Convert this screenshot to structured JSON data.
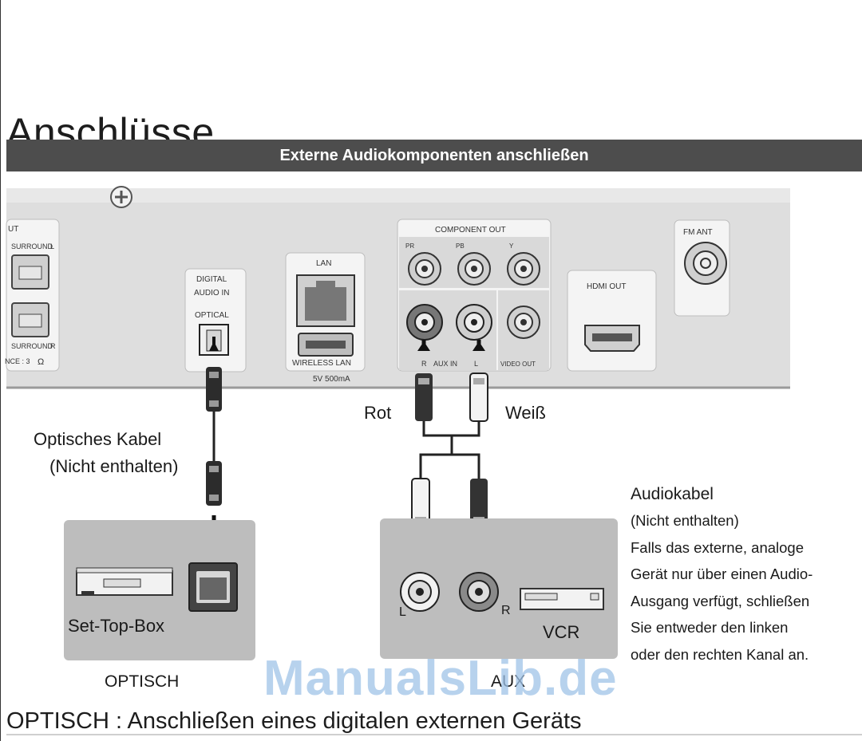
{
  "page": {
    "title": "Anschlüsse",
    "banner": "Externe Audiokomponenten anschließen",
    "bottom_heading": "OPTISCH : Anschließen eines digitalen externen Geräts",
    "watermark": "ManualsLib.de"
  },
  "panel": {
    "left_partial": "UT",
    "surround_top": "SURROUND",
    "surround_bottom": "SURROUND",
    "left_l": "L",
    "left_r": "R",
    "impedance": "NCE : 3",
    "digital_audio_in": "DIGITAL",
    "digital_audio_in_2": "AUDIO IN",
    "optical": "OPTICAL",
    "lan": "LAN",
    "wireless_lan": "WIRELESS LAN",
    "wireless_power": "5V 500mA",
    "component_out": "COMPONENT OUT",
    "pr": "PR",
    "pb": "PB",
    "y": "Y",
    "aux_in": "AUX IN",
    "aux_r": "R",
    "aux_l": "L",
    "video_out": "VIDEO OUT",
    "hdmi_out": "HDMI OUT",
    "fm_ant": "FM ANT"
  },
  "labels": {
    "optical_cable": "Optisches Kabel",
    "optical_cable_note": "(Nicht enthalten)",
    "red": "Rot",
    "white": "Weiß",
    "set_top_box": "Set-Top-Box",
    "optical_caption": "OPTISCH",
    "aux_caption": "AUX",
    "vcr": "VCR",
    "jack_l": "L",
    "jack_r": "R"
  },
  "note": {
    "title": "Audiokabel",
    "lines": [
      "(Nicht enthalten)",
      "Falls das externe, analoge",
      "Gerät nur über einen Audio-",
      "Ausgang verfügt, schließen",
      "Sie entweder den linken",
      "oder den rechten Kanal an."
    ]
  },
  "colors": {
    "banner_bg": "#4d4d4d",
    "panel_bg": "#dcdcdc",
    "device_box_bg": "#bdbdbd",
    "watermark": "#9fc3e8"
  }
}
